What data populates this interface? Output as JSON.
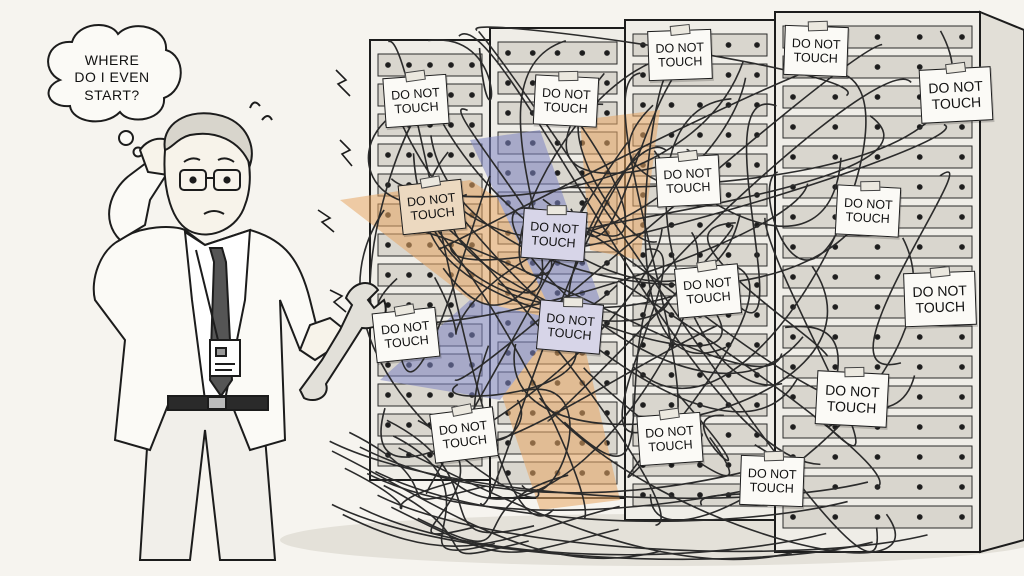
{
  "thought_bubble": {
    "line1": "WHERE",
    "line2": "DO I EVEN",
    "line3": "START?"
  },
  "note_text": "DO NOT TOUCH",
  "notes": [
    {
      "text": "DO NOT TOUCH"
    },
    {
      "text": "DO NOT TOUCH"
    },
    {
      "text": "DO NOT TOUCH"
    },
    {
      "text": "DO NOT TOUCH"
    },
    {
      "text": "DO NOT TOUCH"
    },
    {
      "text": "DO NOT TOUCH"
    },
    {
      "text": "DO NOT TOUCH"
    },
    {
      "text": "DO NOT TOUCH"
    },
    {
      "text": "DO NOT TOUCH"
    },
    {
      "text": "DO NOT TOUCH"
    },
    {
      "text": "DO NOT TOUCH"
    },
    {
      "text": "DO NOT TOUCH"
    },
    {
      "text": "DO NOT TOUCH"
    },
    {
      "text": "DO NOT TOUCH"
    },
    {
      "text": "DO NOT TOUCH"
    },
    {
      "text": "DO NOT TOUCH"
    },
    {
      "text": "DO NOT TOUCH"
    }
  ],
  "colors": {
    "ink": "#1c1c1c",
    "paper": "#f6f4ef",
    "orange_tint": "#e8a866",
    "blue_tint": "#7f86c4"
  },
  "icons": [
    "wrench-icon",
    "thought-bubble-icon",
    "id-badge-icon",
    "lightning-spark-icon"
  ]
}
